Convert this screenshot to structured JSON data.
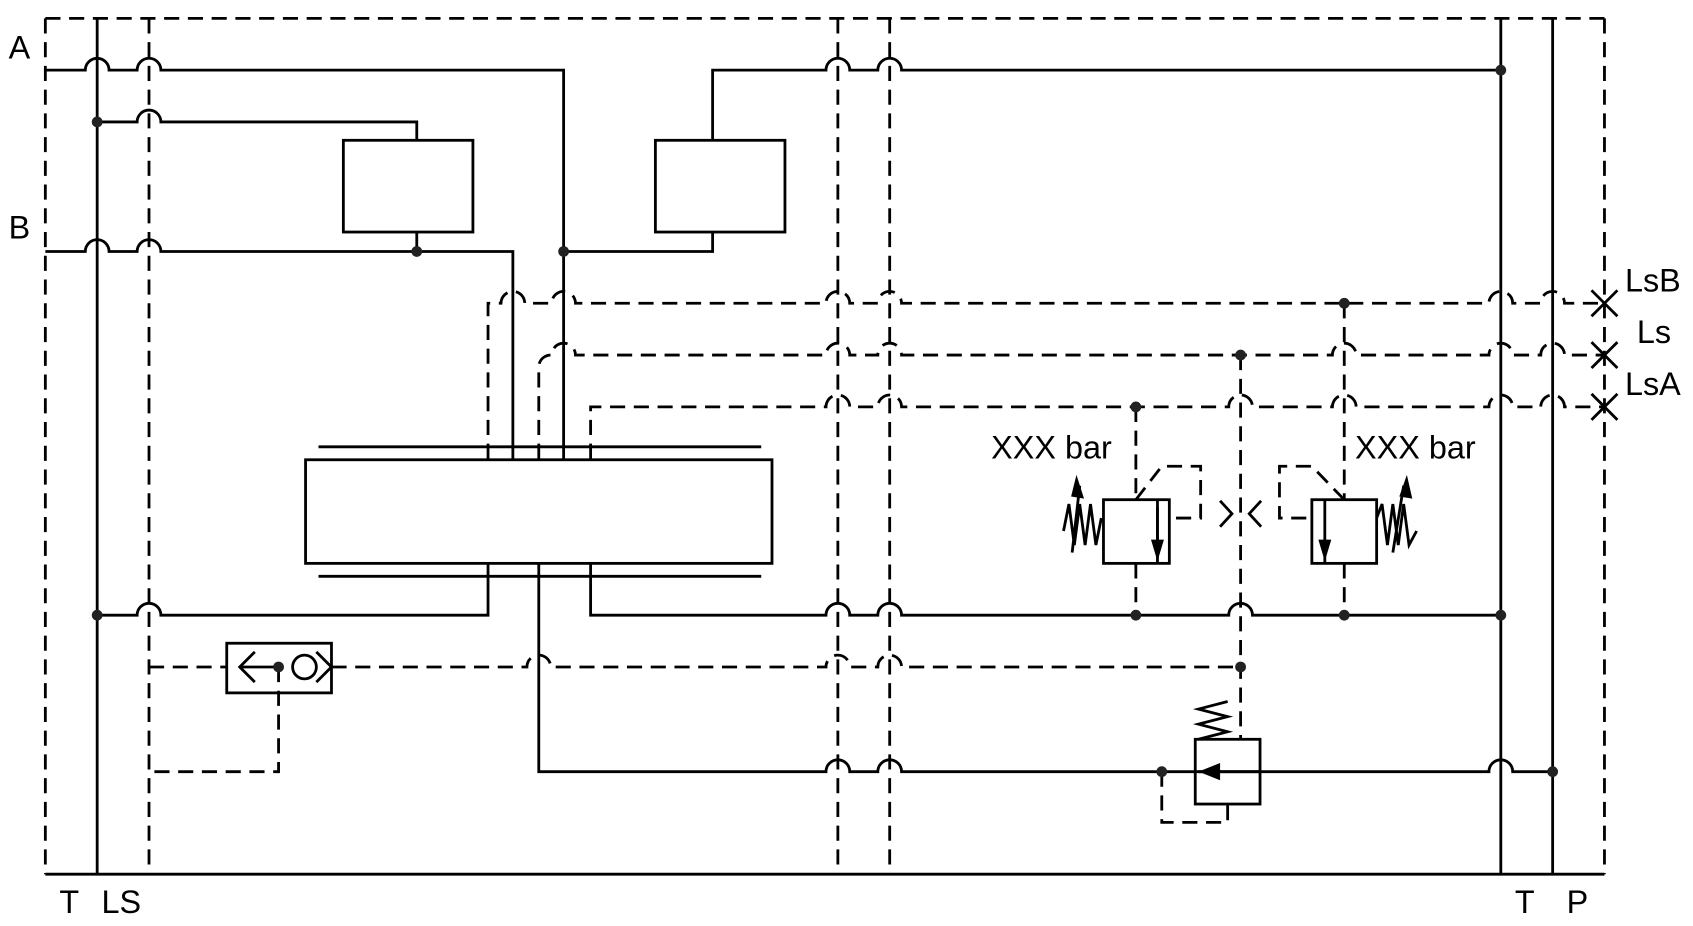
{
  "ports": {
    "a": "A",
    "b": "B",
    "t_left": "T",
    "ls": "LS",
    "t_right": "T",
    "p": "P",
    "lsb": "LsB",
    "ls_right": "Ls",
    "lsa": "LsA"
  },
  "relief_valves": {
    "left_setting": "XXX bar",
    "right_setting": "XXX bar"
  }
}
